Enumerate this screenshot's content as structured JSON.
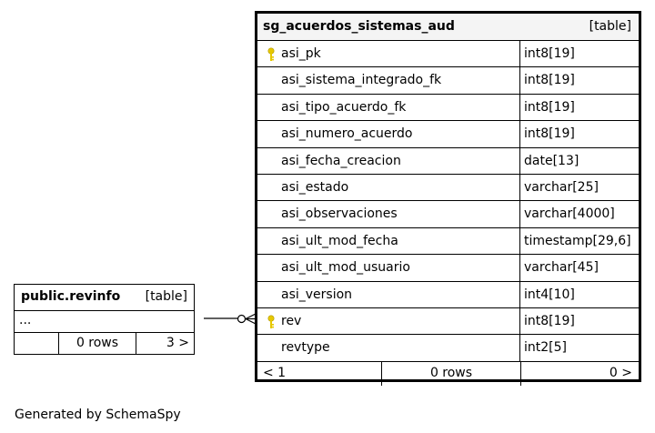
{
  "main_table": {
    "name": "sg_acuerdos_sistemas_aud",
    "kind": "[table]",
    "columns": [
      {
        "name": "asi_pk",
        "type": "int8[19]",
        "key": true
      },
      {
        "name": "asi_sistema_integrado_fk",
        "type": "int8[19]",
        "key": false
      },
      {
        "name": "asi_tipo_acuerdo_fk",
        "type": "int8[19]",
        "key": false
      },
      {
        "name": "asi_numero_acuerdo",
        "type": "int8[19]",
        "key": false
      },
      {
        "name": "asi_fecha_creacion",
        "type": "date[13]",
        "key": false
      },
      {
        "name": "asi_estado",
        "type": "varchar[25]",
        "key": false
      },
      {
        "name": "asi_observaciones",
        "type": "varchar[4000]",
        "key": false
      },
      {
        "name": "asi_ult_mod_fecha",
        "type": "timestamp[29,6]",
        "key": false
      },
      {
        "name": "asi_ult_mod_usuario",
        "type": "varchar[45]",
        "key": false
      },
      {
        "name": "asi_version",
        "type": "int4[10]",
        "key": false
      },
      {
        "name": "rev",
        "type": "int8[19]",
        "key": true
      },
      {
        "name": "revtype",
        "type": "int2[5]",
        "key": false
      }
    ],
    "footer": {
      "parents": "< 1",
      "rows": "0 rows",
      "children": "0 >"
    }
  },
  "related_table": {
    "name": "public.revinfo",
    "kind": "[table]",
    "ellipsis": "...",
    "footer": {
      "parents": "",
      "rows": "0 rows",
      "children": "3 >"
    }
  },
  "generated_by": "Generated by SchemaSpy",
  "colors": {
    "key_icon": "#e6c800",
    "header_bg": "#f4f4f4",
    "line": "#000000"
  },
  "icons": {
    "key": "key-icon"
  }
}
